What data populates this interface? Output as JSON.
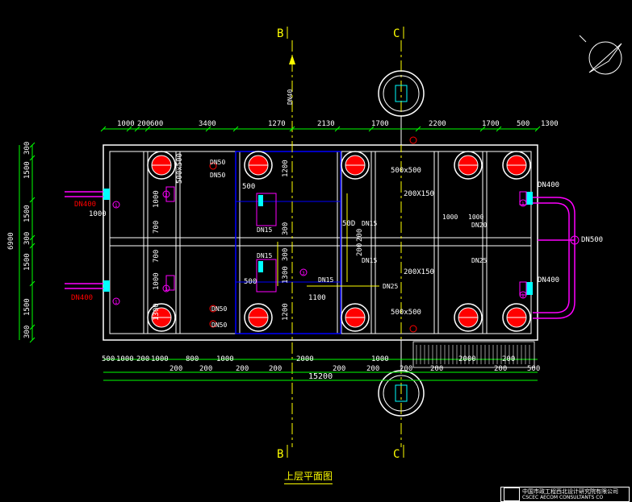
{
  "section_marks": {
    "b": "B",
    "c": "C"
  },
  "dims_top": [
    "1000",
    "200",
    "600",
    "3400",
    "1270",
    "2130",
    "1700",
    "2200",
    "1700",
    "500",
    "1300"
  ],
  "dims_bottom_row1": [
    "500",
    "1000",
    "200",
    "1000",
    "800",
    "1000",
    "2000",
    "1000",
    "2000",
    "200"
  ],
  "dims_bottom_row2": [
    "200",
    "200",
    "200",
    "200",
    "200",
    "200",
    "200",
    "200",
    "200",
    "500"
  ],
  "dim_total": "15200",
  "dims_left_outer": "6900",
  "dims_left": [
    "300",
    "1500",
    "1500",
    "300",
    "1500",
    "1500",
    "300"
  ],
  "inner_dims": {
    "d500x500": "500x500",
    "d1000": "1000",
    "d700": "700",
    "d1300": "1300",
    "d1200": "1200",
    "d500": "500",
    "d300": "300",
    "d1100": "1100",
    "d500D": "50D",
    "d200x150": "200X150",
    "d200": "200"
  },
  "pipes": {
    "dn400": "DN400",
    "dn500": "DN500",
    "dn50": "DN50",
    "dn15": "DN15",
    "dn25": "DN25",
    "dn20": "DN20",
    "dn40": "DN40"
  },
  "markers": {
    "n1": "1",
    "n2": "2",
    "n3": "3"
  },
  "title": "上层平面图",
  "title_block": {
    "org": "中国市政工程西北设计研究院有限公司",
    "org_en": "CSCEC AECOM CONSULTANTS CO"
  },
  "colors": {
    "background": "#000000",
    "wall": "#ffffff",
    "dimension": "#00ff00",
    "axis": "#ffff00",
    "pipe": "#ff00ff",
    "accent": "#ff0000",
    "frame": "#0000ff",
    "cyan": "#00ffff"
  }
}
